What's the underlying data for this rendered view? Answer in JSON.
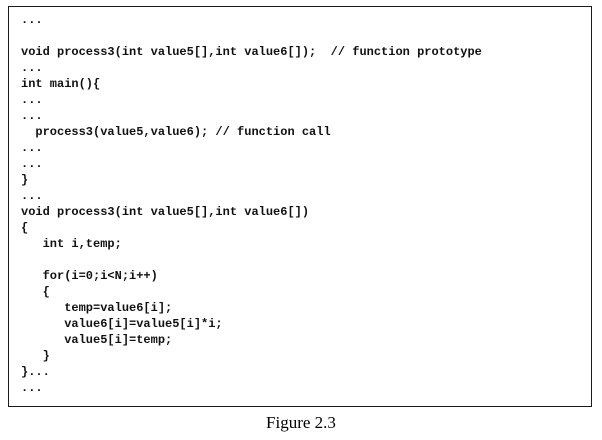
{
  "figure": {
    "caption": "Figure 2.3",
    "code_lines": [
      "...",
      "",
      "void process3(int value5[],int value6[]);  // function prototype",
      "...",
      "int main(){",
      "...",
      "...",
      "  process3(value5,value6); // function call",
      "...",
      "...",
      "}",
      "...",
      "void process3(int value5[],int value6[])",
      "{",
      "   int i,temp;",
      "",
      "   for(i=0;i<N;i++)",
      "   {",
      "      temp=value6[i];",
      "      value6[i]=value5[i]*i;",
      "      value5[i]=temp;",
      "   }",
      "}...",
      "..."
    ]
  }
}
